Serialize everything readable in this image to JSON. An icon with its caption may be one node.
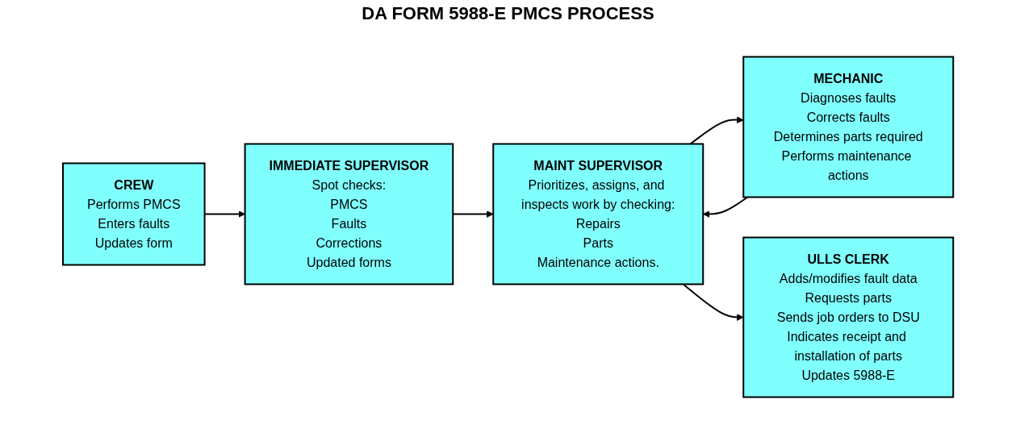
{
  "diagram": {
    "title": "DA FORM 5988-E PMCS PROCESS",
    "nodes": [
      {
        "text": [
          "CREW",
          "Performs PMCS",
          "Enters faults",
          "Updates form"
        ]
      },
      {
        "text": [
          "MECHANIC",
          "Diagnoses faults",
          "Corrects faults",
          "Determines parts required",
          "Performs maintenance actions"
        ]
      },
      {
        "text": [
          "MAINT SUPERVISOR",
          "Prioritizes, assigns, and inspects work by checking:",
          "Repairs",
          "Parts",
          "Maintenance actions."
        ]
      },
      {
        "text": [
          "IMMEDIATE SUPERVISOR",
          "Spot checks:",
          "PMCS",
          "Faults",
          "Corrections",
          "Updated forms"
        ]
      },
      {
        "text": [
          "ULLS CLERK",
          "Adds/modifies fault data",
          "Requests parts",
          "Sends job orders to DSU",
          "Indicates receipt and installation of parts",
          "Updates 5988-E"
        ]
      }
    ],
    "edges": [
      {
        "from": 0,
        "to": 3,
        "arrow": "to"
      },
      {
        "from": 3,
        "to": 2,
        "arrow": "to"
      },
      {
        "from": 2,
        "to": 1,
        "arrow": "to"
      },
      {
        "from": 1,
        "to": 2,
        "arrow": "to"
      },
      {
        "from": 2,
        "to": 4,
        "arrow": "to"
      }
    ]
  }
}
